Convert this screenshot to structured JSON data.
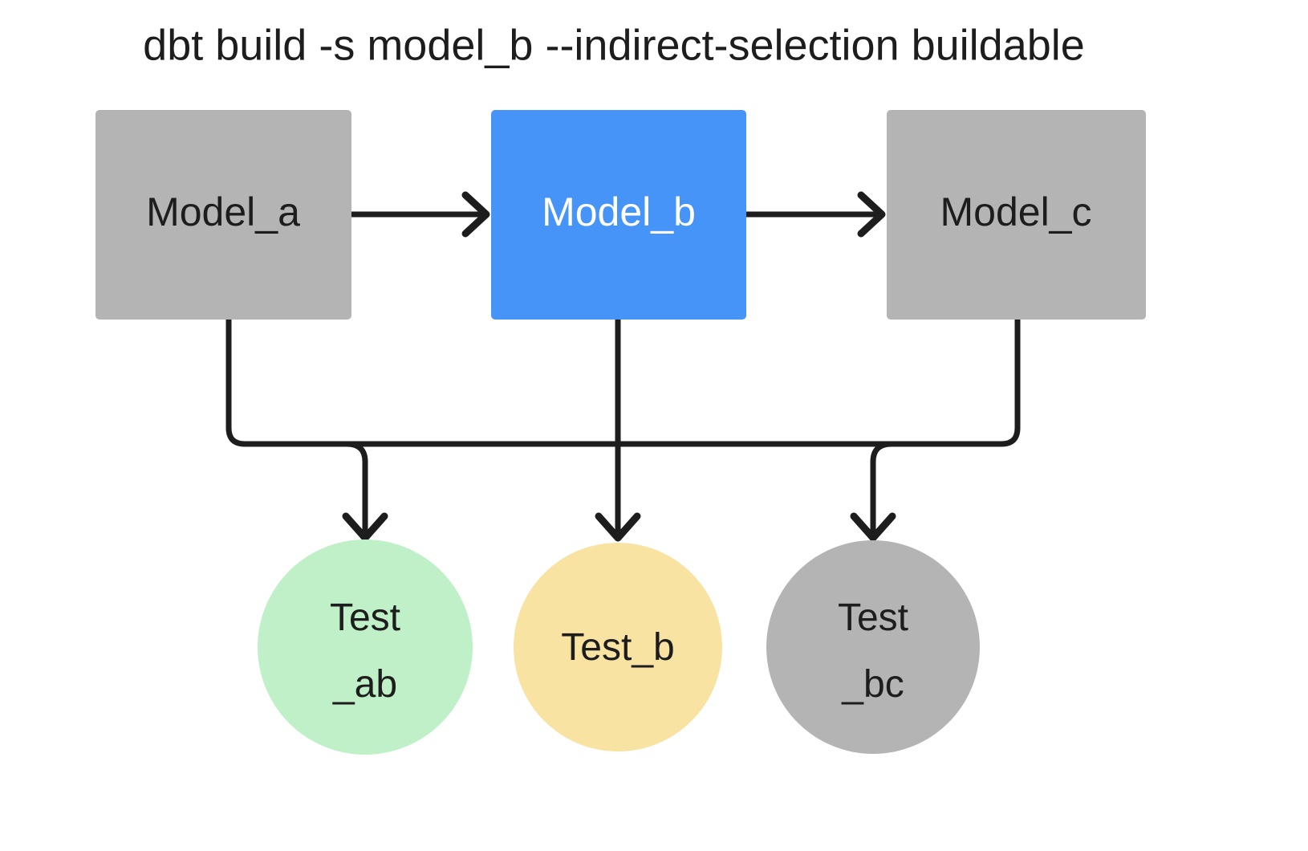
{
  "title": "dbt build -s model_b --indirect-selection buildable",
  "colors": {
    "background": "#ffffff",
    "ink": "#1d1d1d",
    "gray_node": "#b4b4b4",
    "blue_node": "#4794f8",
    "green_node": "#c0f0c8",
    "yellow_node": "#f8e3a3",
    "gray_circle": "#b4b4b4",
    "edge": "#1d1d1d",
    "label_light": "#ffffff",
    "label_dark": "#1d1d1d"
  },
  "models": [
    {
      "id": "model_a",
      "label": "Model_a",
      "fill": "#b4b4b4",
      "text_color": "#1d1d1d",
      "selected": false
    },
    {
      "id": "model_b",
      "label": "Model_b",
      "fill": "#4794f8",
      "text_color": "#ffffff",
      "selected": true
    },
    {
      "id": "model_c",
      "label": "Model_c",
      "fill": "#b4b4b4",
      "text_color": "#1d1d1d",
      "selected": false
    }
  ],
  "tests": [
    {
      "id": "test_ab",
      "line1": "Test",
      "line2": "_ab",
      "fill": "#c0f0c8",
      "state": "selected-green"
    },
    {
      "id": "test_b",
      "line1": "Test_b",
      "line2": "",
      "fill": "#f8e3a3",
      "state": "partial-yellow"
    },
    {
      "id": "test_bc",
      "line1": "Test",
      "line2": "_bc",
      "fill": "#b4b4b4",
      "state": "excluded-gray"
    }
  ],
  "edges": [
    {
      "id": "model_a-to-model_b",
      "from": "model_a",
      "to": "model_b",
      "kind": "straight-right"
    },
    {
      "id": "model_b-to-model_c",
      "from": "model_b",
      "to": "model_c",
      "kind": "straight-right"
    },
    {
      "id": "model_a-to-test_ab",
      "from": "model_a",
      "to": "test_ab",
      "kind": "bus-down"
    },
    {
      "id": "model_b-to-test_ab",
      "from": "model_b",
      "to": "test_ab",
      "kind": "bus-down"
    },
    {
      "id": "model_b-to-test_b",
      "from": "model_b",
      "to": "test_b",
      "kind": "straight-down"
    },
    {
      "id": "model_b-to-test_bc",
      "from": "model_b",
      "to": "test_bc",
      "kind": "bus-down"
    },
    {
      "id": "model_c-to-test_bc",
      "from": "model_c",
      "to": "test_bc",
      "kind": "bus-down"
    }
  ]
}
